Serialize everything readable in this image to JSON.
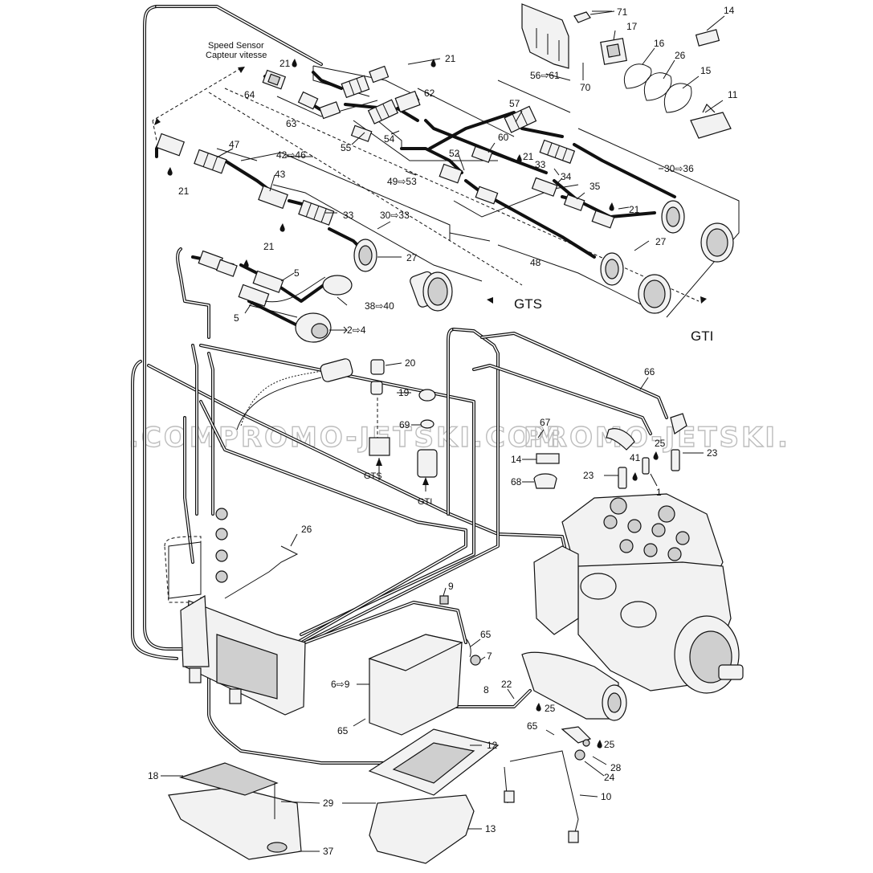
{
  "watermark": {
    "left": ".COM",
    "middle": "PROMO-JETSKI.COM",
    "right": "PROMO-JETSKI."
  },
  "header": {
    "speed_sensor_en": "Speed  Sensor",
    "speed_sensor_fr": "Capteur vitesse"
  },
  "variants": {
    "gts": "GTS",
    "gti": "GTI"
  },
  "callouts": [
    {
      "id": "c71",
      "text": "71"
    },
    {
      "id": "c17",
      "text": "17"
    },
    {
      "id": "c14a",
      "text": "14"
    },
    {
      "id": "c16",
      "text": "16"
    },
    {
      "id": "c26a",
      "text": "26"
    },
    {
      "id": "c15",
      "text": "15"
    },
    {
      "id": "c11",
      "text": "11"
    },
    {
      "id": "c21a",
      "text": "21"
    },
    {
      "id": "c21b",
      "text": "21"
    },
    {
      "id": "c64",
      "text": "64"
    },
    {
      "id": "c62",
      "text": "62"
    },
    {
      "id": "c56",
      "text": "56⇨61"
    },
    {
      "id": "c70",
      "text": "70"
    },
    {
      "id": "c63",
      "text": "63"
    },
    {
      "id": "c57",
      "text": "57"
    },
    {
      "id": "c55",
      "text": "55"
    },
    {
      "id": "c54",
      "text": "54"
    },
    {
      "id": "c60",
      "text": "60"
    },
    {
      "id": "c52",
      "text": "52"
    },
    {
      "id": "c21c",
      "text": "21"
    },
    {
      "id": "c47",
      "text": "47"
    },
    {
      "id": "c42",
      "text": "42⇨46"
    },
    {
      "id": "c33a",
      "text": "33"
    },
    {
      "id": "c34",
      "text": "34"
    },
    {
      "id": "c3036",
      "text": "30⇨36"
    },
    {
      "id": "c4953",
      "text": "49⇨53"
    },
    {
      "id": "c21d",
      "text": "21"
    },
    {
      "id": "c43",
      "text": "43"
    },
    {
      "id": "c35",
      "text": "35"
    },
    {
      "id": "c21e",
      "text": "21"
    },
    {
      "id": "c3033",
      "text": "30⇨33"
    },
    {
      "id": "c33b",
      "text": "33"
    },
    {
      "id": "c27a",
      "text": "27"
    },
    {
      "id": "c21f",
      "text": "21"
    },
    {
      "id": "c27b",
      "text": "27"
    },
    {
      "id": "c48",
      "text": "48"
    },
    {
      "id": "c5a",
      "text": "5"
    },
    {
      "id": "c5b",
      "text": "5"
    },
    {
      "id": "c3840",
      "text": "38⇨40"
    },
    {
      "id": "c24a",
      "text": "2⇨4"
    },
    {
      "id": "c20",
      "text": "20"
    },
    {
      "id": "c19",
      "text": "19"
    },
    {
      "id": "c69",
      "text": "69"
    },
    {
      "id": "c66",
      "text": "66"
    },
    {
      "id": "c67",
      "text": "67"
    },
    {
      "id": "c25a",
      "text": "25"
    },
    {
      "id": "c23a",
      "text": "23"
    },
    {
      "id": "c41",
      "text": "41"
    },
    {
      "id": "c14b",
      "text": "14"
    },
    {
      "id": "c23b",
      "text": "23"
    },
    {
      "id": "c1",
      "text": "1"
    },
    {
      "id": "c68",
      "text": "68"
    },
    {
      "id": "c26b",
      "text": "26"
    },
    {
      "id": "c9",
      "text": "9"
    },
    {
      "id": "c65a",
      "text": "65"
    },
    {
      "id": "c7",
      "text": "7"
    },
    {
      "id": "c8",
      "text": "8"
    },
    {
      "id": "c69b",
      "text": "6⇨9"
    },
    {
      "id": "c22",
      "text": "22"
    },
    {
      "id": "c25b",
      "text": "25"
    },
    {
      "id": "c65b",
      "text": "65"
    },
    {
      "id": "c65c",
      "text": "65"
    },
    {
      "id": "c25c",
      "text": "25"
    },
    {
      "id": "c12",
      "text": "12"
    },
    {
      "id": "c28",
      "text": "28"
    },
    {
      "id": "c24b",
      "text": "24"
    },
    {
      "id": "c18",
      "text": "18"
    },
    {
      "id": "c29",
      "text": "29"
    },
    {
      "id": "c10",
      "text": "10"
    },
    {
      "id": "c13",
      "text": "13"
    },
    {
      "id": "c37",
      "text": "37"
    }
  ]
}
